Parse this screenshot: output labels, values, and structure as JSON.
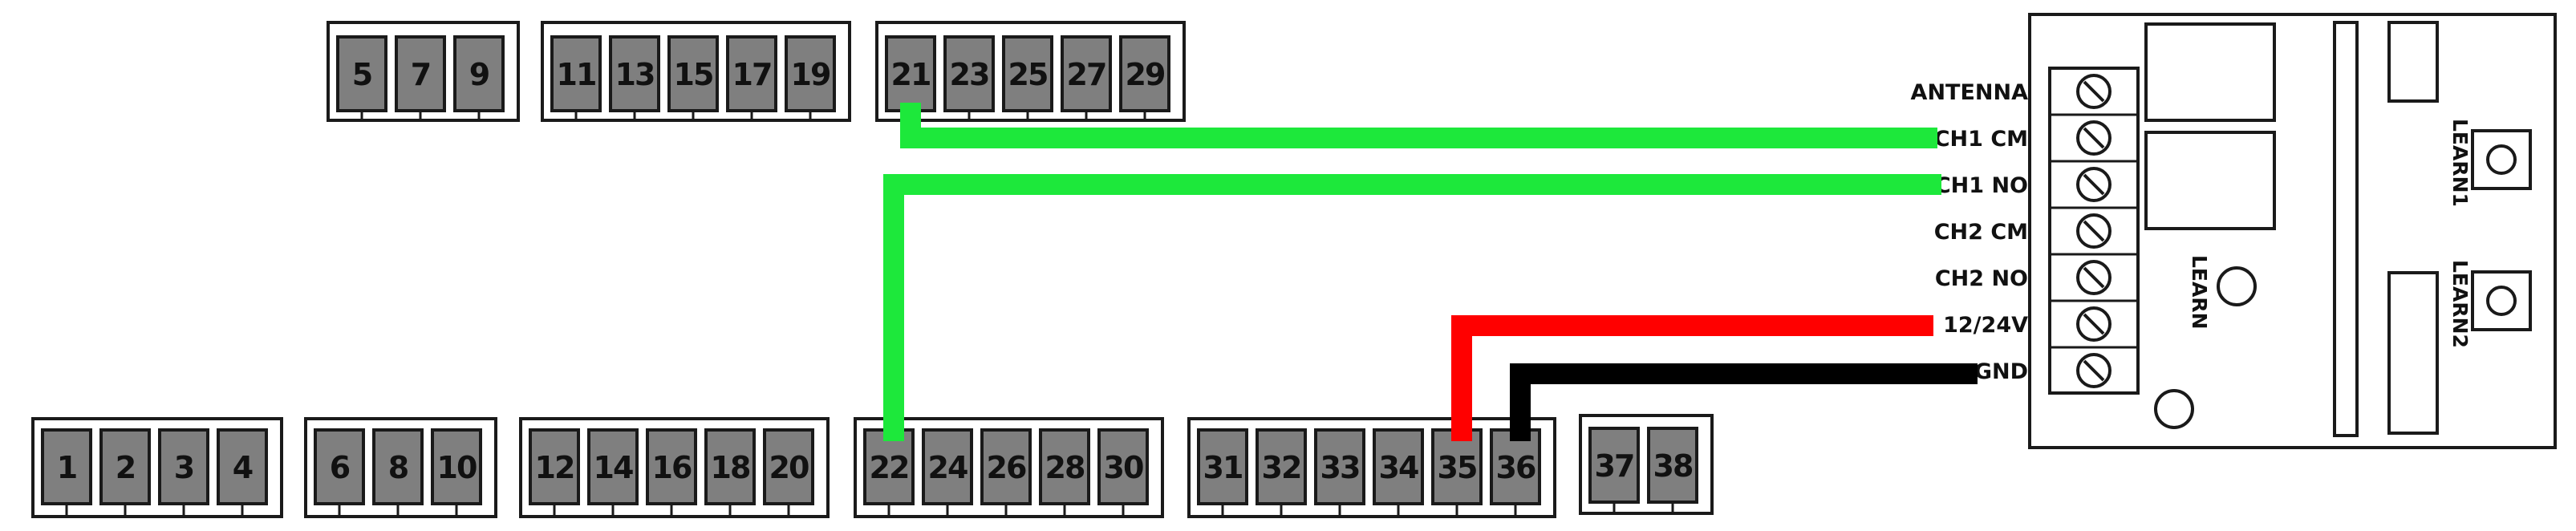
{
  "colors": {
    "terminal_fill": "#7f7f7f",
    "outline": "#1a1a1a",
    "wire_green": "#1de83b",
    "wire_red": "#ff0000",
    "wire_black": "#000000"
  },
  "top_blocks": [
    [
      "5",
      "7",
      "9"
    ],
    [
      "11",
      "13",
      "15",
      "17",
      "19"
    ],
    [
      "21",
      "23",
      "25",
      "27",
      "29"
    ]
  ],
  "bottom_blocks": [
    [
      "1",
      "2",
      "3",
      "4"
    ],
    [
      "6",
      "8",
      "10"
    ],
    [
      "12",
      "14",
      "16",
      "18",
      "20"
    ],
    [
      "22",
      "24",
      "26",
      "28",
      "30"
    ],
    [
      "31",
      "32",
      "33",
      "34",
      "35",
      "36"
    ],
    [
      "37",
      "38"
    ]
  ],
  "receiver": {
    "terminal_labels": [
      "ANTENNA",
      "CH1 CM",
      "CH1 NO",
      "CH2 CM",
      "CH2 NO",
      "12/24V",
      "GND"
    ],
    "learn_label": "LEARN",
    "learn1_label": "LEARN1",
    "learn2_label": "LEARN2"
  },
  "wires": [
    {
      "from": "21",
      "to": "CH1 CM",
      "color": "wire_green"
    },
    {
      "from": "22",
      "to": "CH1 NO",
      "color": "wire_green"
    },
    {
      "from": "35",
      "to": "12/24V",
      "color": "wire_red"
    },
    {
      "from": "36",
      "to": "GND",
      "color": "wire_black"
    }
  ]
}
